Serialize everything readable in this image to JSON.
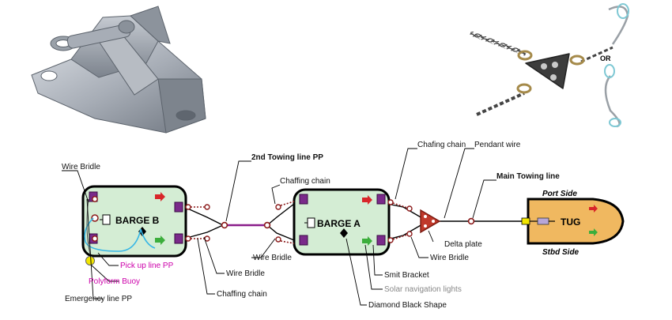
{
  "labels": {
    "wire_bridle_top_left": "Wire Bridle",
    "second_towing_line": "2nd Towing line PP",
    "chaffing_chain_mid": "Chaffing chain",
    "chafing_chain_top": "Chafing chain",
    "pendant_wire": "Pendant wire",
    "main_towing_line": "Main Towing line",
    "port_side": "Port Side",
    "stbd_side": "Stbd Side",
    "delta_plate": "Delta plate",
    "wire_bridle_right": "Wire Bridle",
    "smit_bracket": "Smit Bracket",
    "solar_navigation_lights": "Solar navigation lights",
    "diamond_black_shape": "Diamond Black Shape",
    "wire_bridle_mid": "Wire Bridle",
    "wire_bridle_bottom_left": "Wire Bridle",
    "chaffing_chain_bottom": "Chaffing chain",
    "pick_up_line": "Pick up line PP",
    "polyform_buoy": "Polyform Buoy",
    "emergency_line": "Emergency line PP",
    "or": "OR"
  },
  "barges": {
    "b_name": "BARGE B",
    "a_name": "BARGE A"
  },
  "tug_name": "TUG",
  "colors": {
    "barge_fill": "#d4edd4",
    "tug_fill": "#f0b860",
    "bracket_purple": "#7a2a8a",
    "pink_line": "#cc00aa",
    "buoy_yellow": "#f2e600",
    "pickup_cyan": "#35b6e6",
    "nav_red": "#d8262a",
    "nav_green": "#3cae3c",
    "chain_brown": "#8b1a1a"
  }
}
